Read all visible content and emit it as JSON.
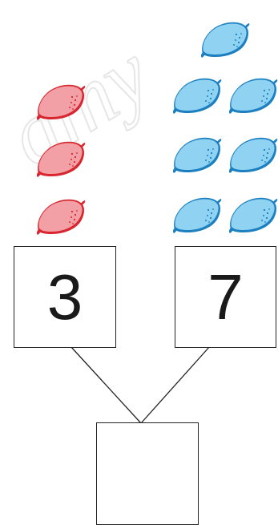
{
  "watermark": "amy",
  "colors": {
    "red_fill": "#f2a0a6",
    "red_dark": "#d7262f",
    "blue_fill": "#8fd2f2",
    "blue_dark": "#1b7fc0",
    "ink": "#1a1a1a"
  },
  "left_group": {
    "count": 3,
    "color": "red",
    "label": "3"
  },
  "right_group": {
    "count": 7,
    "color": "blue",
    "label": "7"
  },
  "sum_box": {
    "label": ""
  }
}
